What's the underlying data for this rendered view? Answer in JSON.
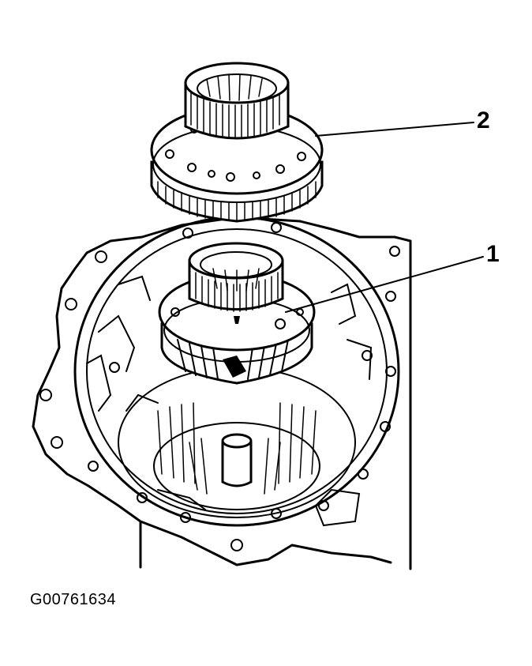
{
  "figure": {
    "id_code": "G00761634",
    "callouts": [
      {
        "number": "1"
      },
      {
        "number": "2"
      }
    ]
  },
  "colors": {
    "ink": "#000000",
    "paper": "#ffffff"
  }
}
